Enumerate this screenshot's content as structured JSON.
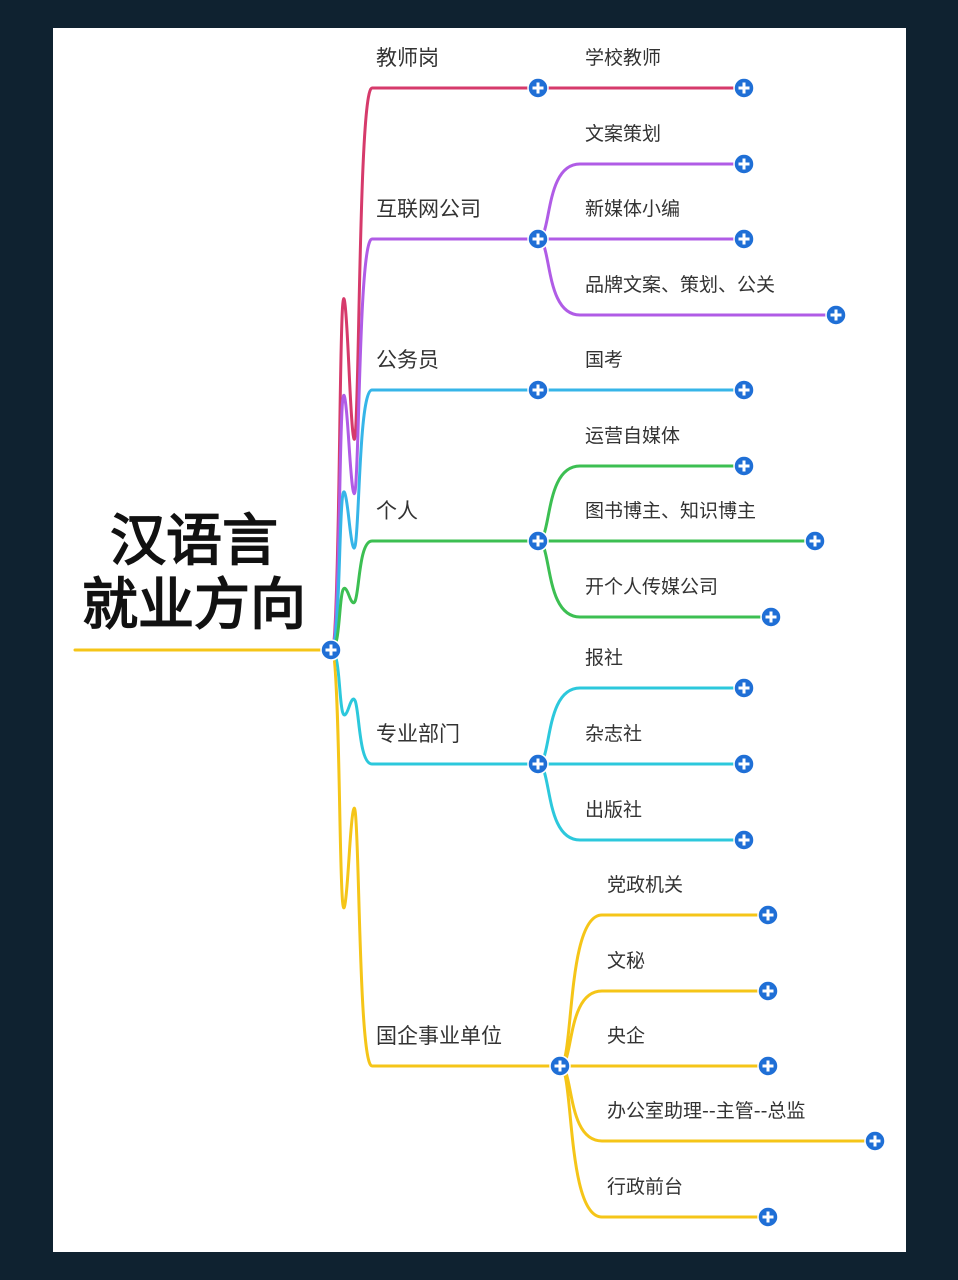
{
  "root": {
    "line1": "汉语言",
    "line2": "就业方向",
    "color": "#f5c518"
  },
  "expand_icon": "plus-circle-icon",
  "accent": "#1f6fd6",
  "branches": [
    {
      "label": "教师岗",
      "color": "#d63a6b",
      "children": [
        "学校教师"
      ]
    },
    {
      "label": "互联网公司",
      "color": "#b05ce6",
      "children": [
        "文案策划",
        "新媒体小编",
        "品牌文案、策划、公关"
      ]
    },
    {
      "label": "公务员",
      "color": "#36b5e8",
      "children": [
        "国考"
      ]
    },
    {
      "label": "个人",
      "color": "#3cbf52",
      "children": [
        "运营自媒体",
        "图书博主、知识博主",
        "开个人传媒公司"
      ]
    },
    {
      "label": "专业部门",
      "color": "#2cc8dc",
      "children": [
        "报社",
        "杂志社",
        "出版社"
      ]
    },
    {
      "label": "国企事业单位",
      "color": "#f5c518",
      "children": [
        "党政机关",
        "文秘",
        "央企",
        "办公室助理--主管--总监",
        "行政前台"
      ]
    }
  ]
}
